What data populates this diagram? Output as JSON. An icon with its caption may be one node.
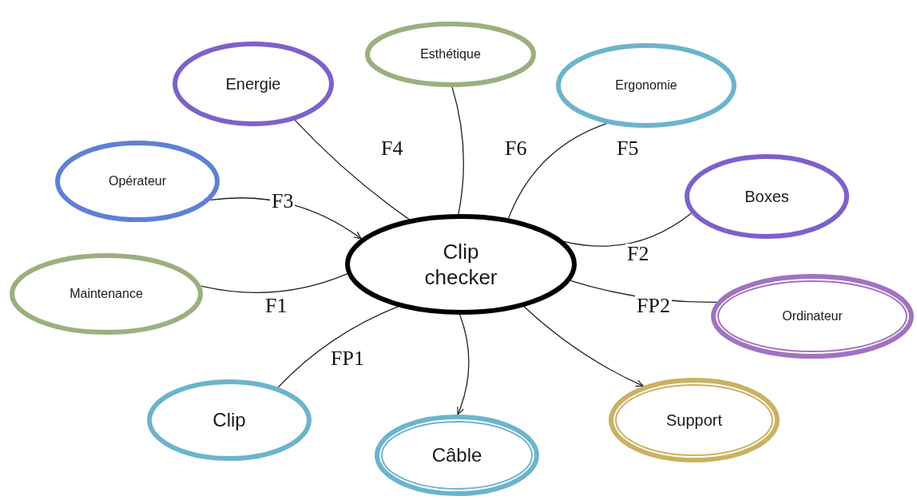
{
  "diagram": {
    "nodes": [
      {
        "text": [
          "Clip checker"
        ]
      },
      {
        "text": [
          "Esthétique"
        ]
      },
      {
        "text": [
          "Energie"
        ]
      },
      {
        "text": [
          "Ergonomie"
        ]
      },
      {
        "text": [
          "Opérateur"
        ]
      },
      {
        "text": [
          "Boxes"
        ]
      },
      {
        "text": [
          "Maintenance"
        ]
      },
      {
        "text": [
          "Ordinateur"
        ]
      },
      {
        "text": [
          "Clip"
        ]
      },
      {
        "text": [
          "Support"
        ]
      },
      {
        "text": [
          "Câble"
        ]
      }
    ],
    "edges": [
      {
        "from": 4,
        "to": 0,
        "arrow": "to",
        "label": "F3"
      },
      {
        "from": 2,
        "to": 0,
        "arrow": "none",
        "label": "F4"
      },
      {
        "from": 1,
        "to": 0,
        "arrow": "none",
        "label": "F6"
      },
      {
        "from": 3,
        "to": 0,
        "arrow": "none",
        "label": "F5"
      },
      {
        "from": 5,
        "to": 0,
        "arrow": "none",
        "label": "F2"
      },
      {
        "from": 6,
        "to": 0,
        "arrow": "none",
        "label": "F1"
      },
      {
        "from": 8,
        "to": 0,
        "arrow": "none",
        "label": "FP1"
      },
      {
        "from": 7,
        "to": 0,
        "arrow": "none",
        "label": "FP2"
      },
      {
        "from": 0,
        "to": 10,
        "arrow": "to"
      },
      {
        "from": 0,
        "to": 9,
        "arrow": "to"
      }
    ]
  }
}
